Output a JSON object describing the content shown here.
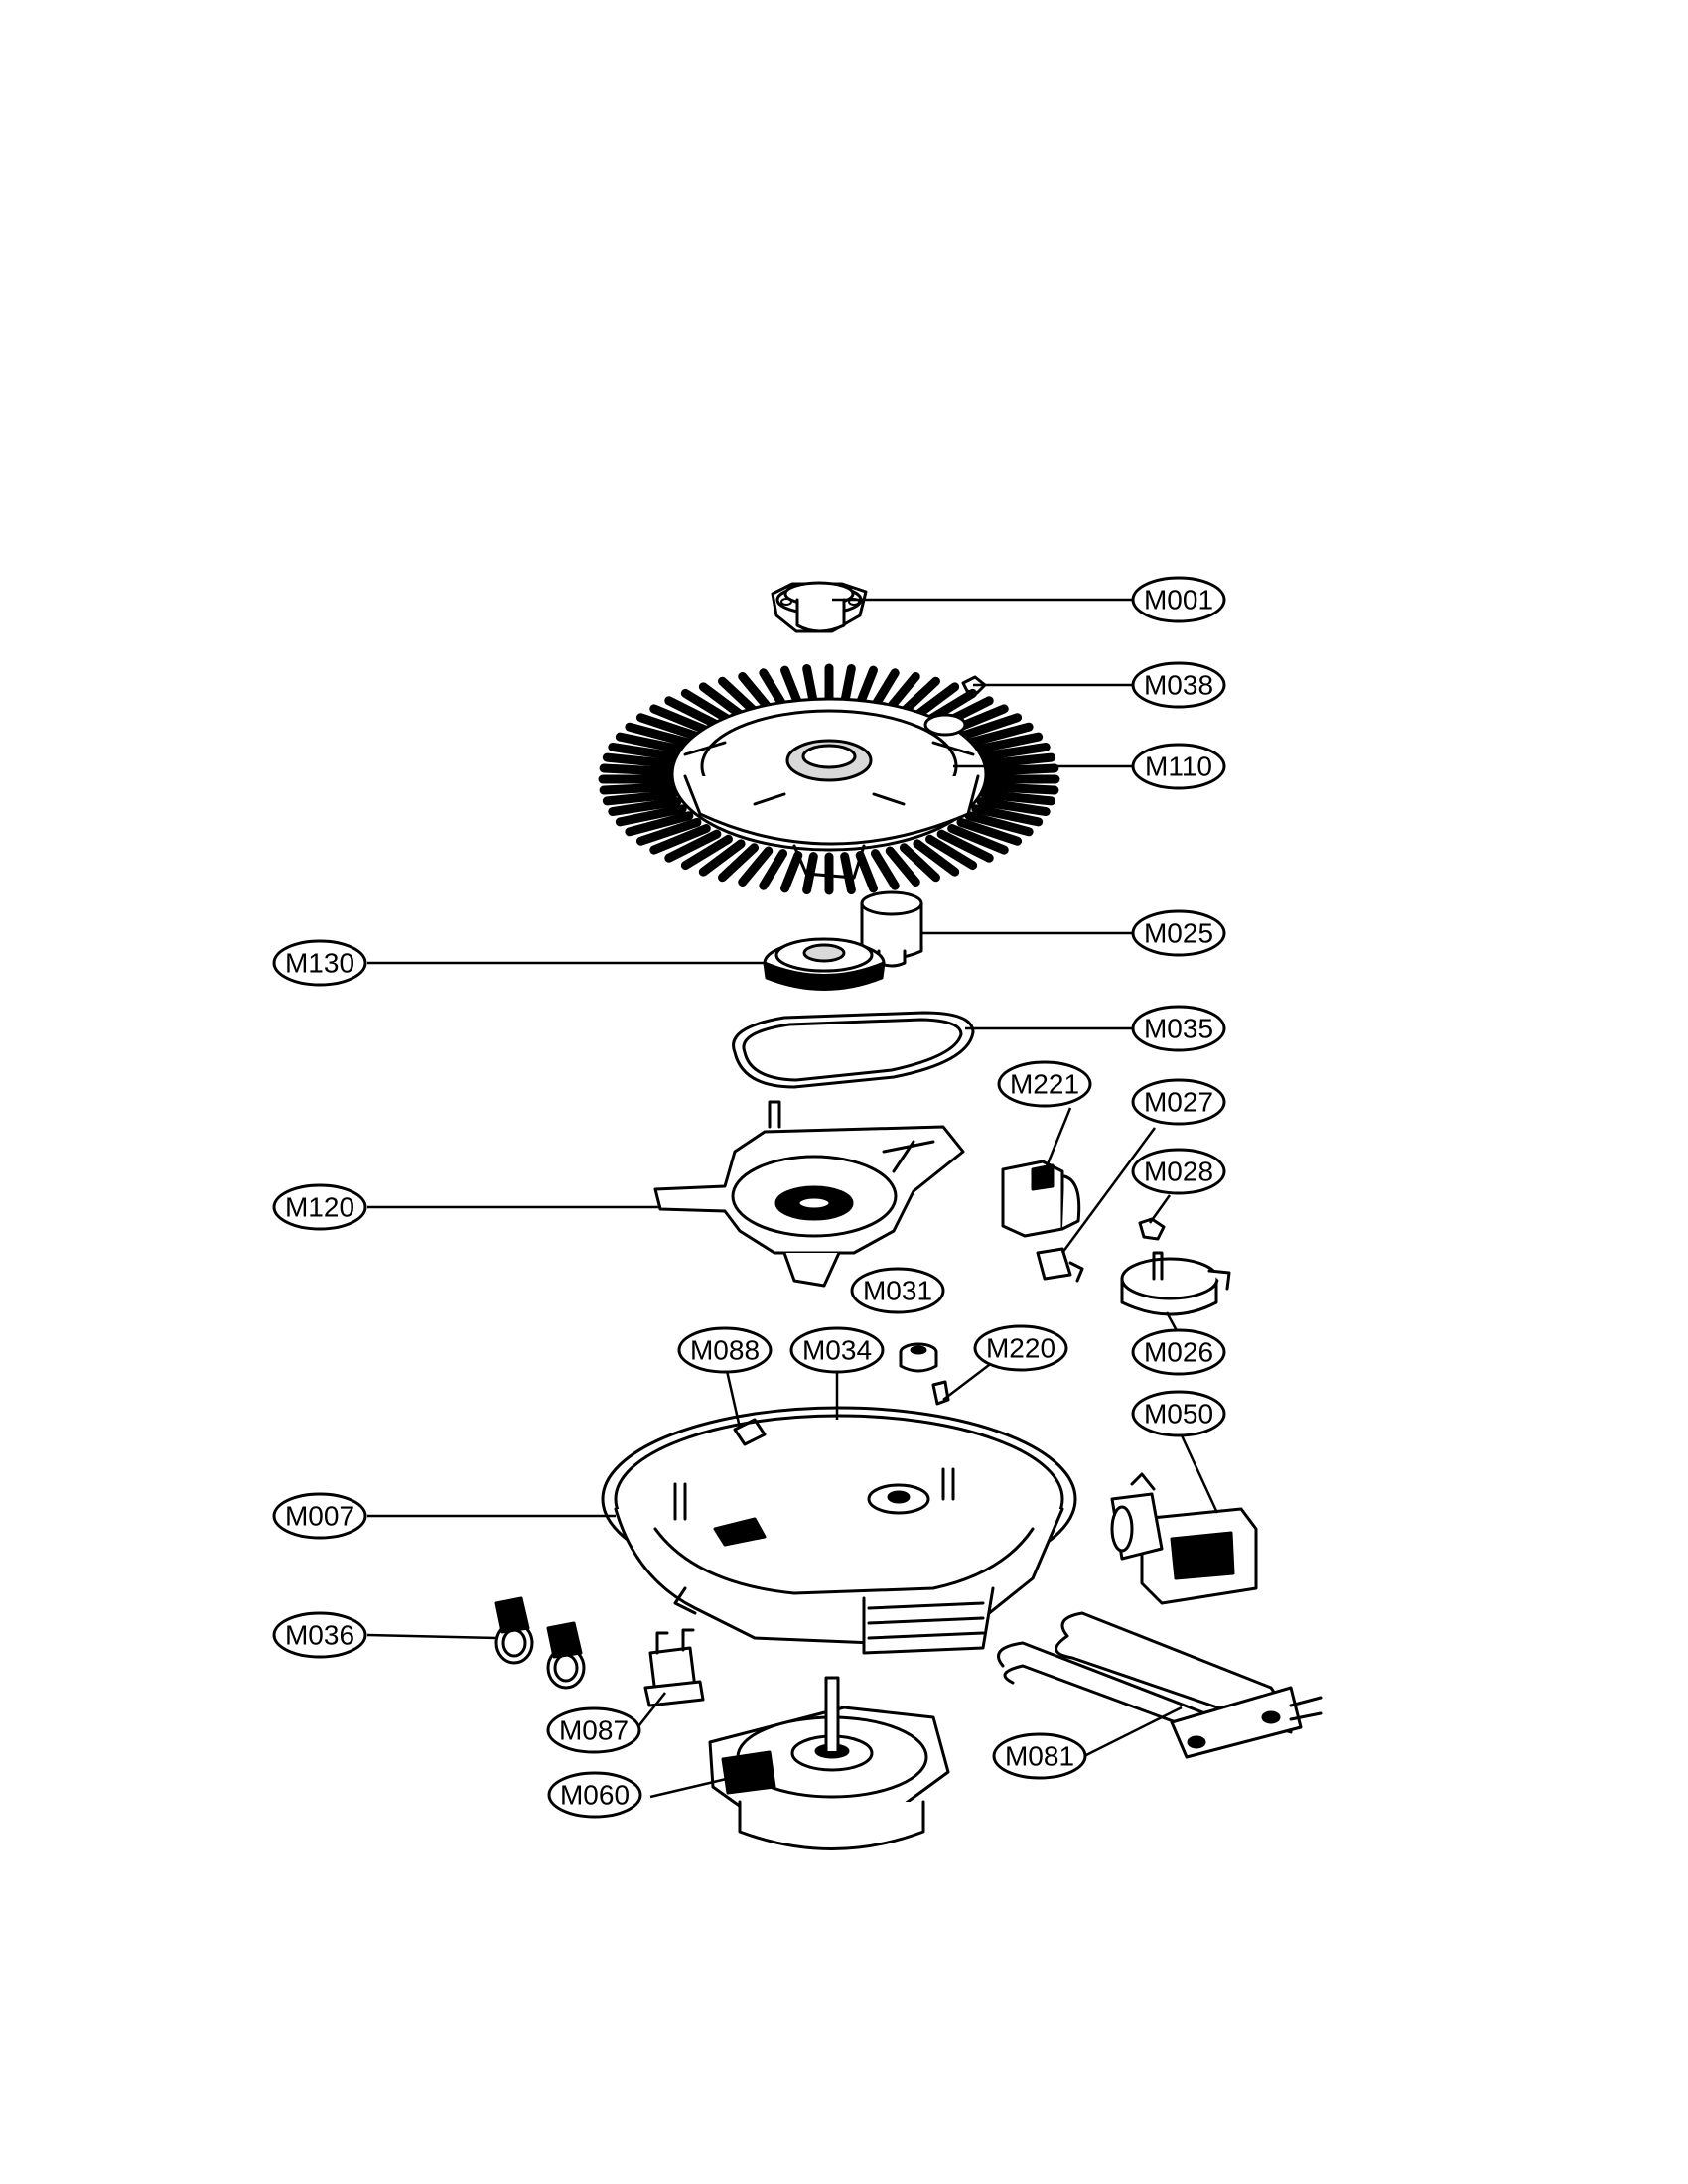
{
  "callouts": [
    {
      "id": "M001",
      "label": "M001"
    },
    {
      "id": "M038",
      "label": "M038"
    },
    {
      "id": "M110",
      "label": "M110"
    },
    {
      "id": "M025",
      "label": "M025"
    },
    {
      "id": "M130",
      "label": "M130"
    },
    {
      "id": "M035",
      "label": "M035"
    },
    {
      "id": "M221",
      "label": "M221"
    },
    {
      "id": "M027",
      "label": "M027"
    },
    {
      "id": "M028",
      "label": "M028"
    },
    {
      "id": "M120",
      "label": "M120"
    },
    {
      "id": "M031",
      "label": "M031"
    },
    {
      "id": "M026",
      "label": "M026"
    },
    {
      "id": "M088",
      "label": "M088"
    },
    {
      "id": "M034",
      "label": "M034"
    },
    {
      "id": "M220",
      "label": "M220"
    },
    {
      "id": "M050",
      "label": "M050"
    },
    {
      "id": "M007",
      "label": "M007"
    },
    {
      "id": "M036",
      "label": "M036"
    },
    {
      "id": "M087",
      "label": "M087"
    },
    {
      "id": "M081",
      "label": "M081"
    },
    {
      "id": "M060",
      "label": "M060"
    }
  ]
}
